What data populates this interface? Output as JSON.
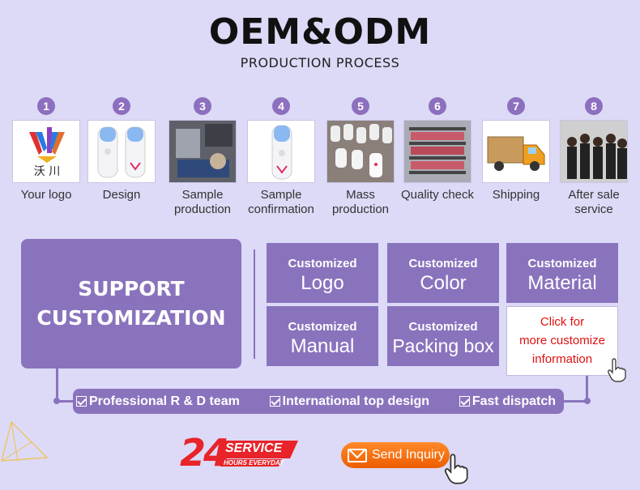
{
  "header": {
    "title": "OEM&ODM",
    "subtitle": "PRODUCTION PROCESS"
  },
  "steps": [
    {
      "num": "1",
      "label": "Your logo",
      "icon": "brand-logo-icon",
      "logo_text": "沃 川"
    },
    {
      "num": "2",
      "label": "Design",
      "icon": "mist-sprayer-icon"
    },
    {
      "num": "3",
      "label": "Sample production",
      "icon": "factory-machine-icon"
    },
    {
      "num": "4",
      "label": "Sample confirmation",
      "icon": "mist-sprayer-icon"
    },
    {
      "num": "5",
      "label": "Mass production",
      "icon": "product-batch-icon"
    },
    {
      "num": "6",
      "label": "Quality check",
      "icon": "shelves-icon"
    },
    {
      "num": "7",
      "label": "Shipping",
      "icon": "delivery-truck-icon"
    },
    {
      "num": "8",
      "label": "After sale service",
      "icon": "team-photo-icon"
    }
  ],
  "support": {
    "line1": "SUPPORT",
    "line2": "CUSTOMIZATION"
  },
  "custom": [
    {
      "small": "Customized",
      "big": "Logo"
    },
    {
      "small": "Customized",
      "big": "Color"
    },
    {
      "small": "Customized",
      "big": "Material"
    },
    {
      "small": "Customized",
      "big": "Manual"
    },
    {
      "small": "Customized",
      "big": "Packing box"
    }
  ],
  "click_box": {
    "line1": "Click for",
    "line2": "more customize",
    "line3": "information"
  },
  "features": [
    "Professional R & D team",
    "International top design",
    "Fast dispatch"
  ],
  "service_badge": {
    "number": "24",
    "word": "SERVICE",
    "tagline": "HOURS EVERYDAY"
  },
  "inquiry_button": {
    "label": "Send Inquiry"
  },
  "colors": {
    "accent": "#8a73bd",
    "background": "#dcdaf6",
    "link_red": "#e01010",
    "button_orange": "#ee5c00"
  }
}
